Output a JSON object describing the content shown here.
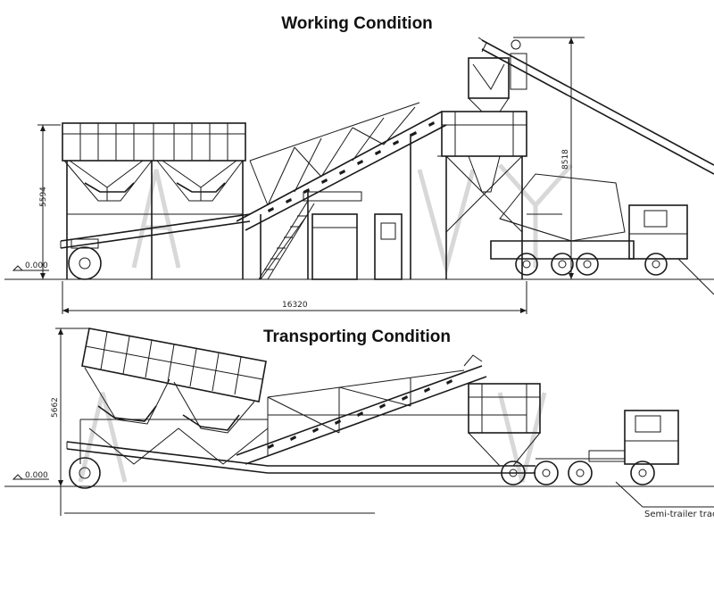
{
  "working": {
    "title": "Working Condition",
    "height_dim": "5594",
    "mixer_height_dim": "8518",
    "ground_level": "0.000",
    "length_dim": "16320"
  },
  "transport": {
    "title": "Transporting Condition",
    "height_dim": "5662",
    "ground_level": "0.000",
    "tractor_label": "Semi-trailer tractor"
  }
}
